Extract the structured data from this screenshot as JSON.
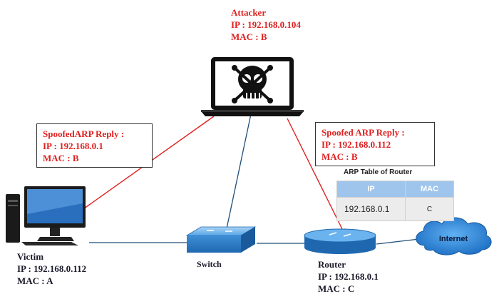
{
  "attacker": {
    "name": "Attacker",
    "ip": "IP : 192.168.0.104",
    "mac": "MAC : B"
  },
  "victim": {
    "name": "Victim",
    "ip": "IP : 192.168.0.112",
    "mac": "MAC : A"
  },
  "router": {
    "name": "Router",
    "ip": "IP : 192.168.0.1",
    "mac": "MAC : C"
  },
  "switch": {
    "name": "Switch"
  },
  "internet": {
    "name": "Internet"
  },
  "spoof_to_victim": {
    "title": "SpoofedARP Reply :",
    "ip": "IP : 192.168.0.1",
    "mac": "MAC : B"
  },
  "spoof_to_router": {
    "title": "Spoofed ARP Reply :",
    "ip": "IP : 192.168.0.112",
    "mac": "MAC : B"
  },
  "arp_table": {
    "caption": "ARP Table of Router",
    "headers": [
      "IP",
      "MAC"
    ],
    "rows": [
      [
        "192.168.0.1",
        "C"
      ]
    ]
  },
  "colors": {
    "spoof_red": "#e02020",
    "cable": "#1f4e79",
    "device_blue": "#3d8fd6",
    "cloud": "#2b7fd1",
    "table_header": "#9fc5ec"
  }
}
